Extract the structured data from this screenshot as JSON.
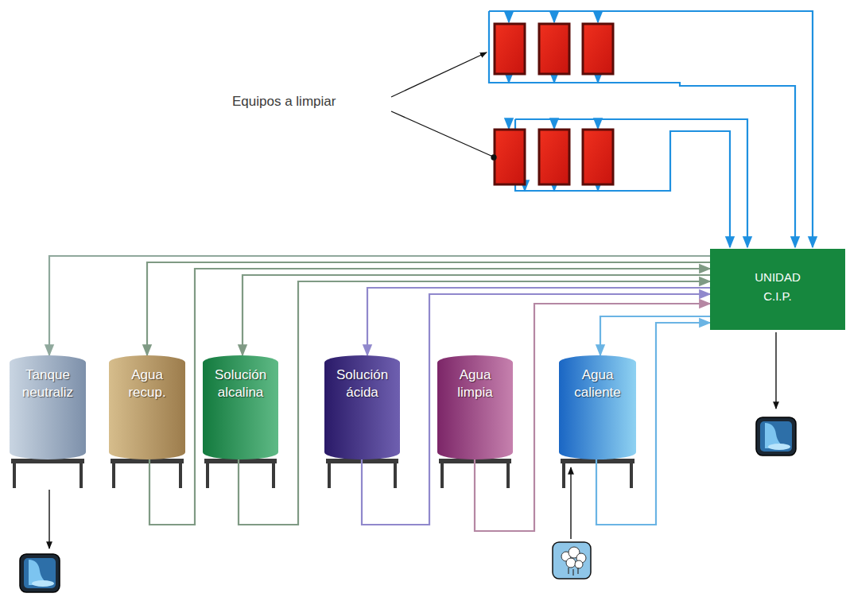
{
  "diagram": {
    "nodes": [
      {
        "text": [
          "UNIDAD C.I.P."
        ]
      },
      {
        "text": [
          "Tanque neutraliz"
        ]
      },
      {
        "text": [
          "Agua recup."
        ]
      },
      {
        "text": [
          "Solución alcalina"
        ]
      },
      {
        "text": [
          "Solución ácida"
        ]
      },
      {
        "text": [
          "Agua limpia"
        ]
      },
      {
        "text": [
          "Agua caliente"
        ]
      }
    ],
    "edges": [
      {
        "from": 0,
        "to": 1,
        "arrow": "to"
      },
      {
        "from": 0,
        "to": 2,
        "arrow": "to"
      },
      {
        "from": 2,
        "to": 0,
        "arrow": "to"
      },
      {
        "from": 0,
        "to": 3,
        "arrow": "to"
      },
      {
        "from": 3,
        "to": 0,
        "arrow": "to"
      },
      {
        "from": 0,
        "to": 4,
        "arrow": "to"
      },
      {
        "from": 4,
        "to": 0,
        "arrow": "to"
      },
      {
        "from": 5,
        "to": 0,
        "arrow": "to"
      },
      {
        "from": 0,
        "to": 6,
        "arrow": "to"
      },
      {
        "from": 6,
        "to": 0,
        "arrow": "to"
      }
    ],
    "labels": [
      "Equipos a limpiar"
    ]
  }
}
